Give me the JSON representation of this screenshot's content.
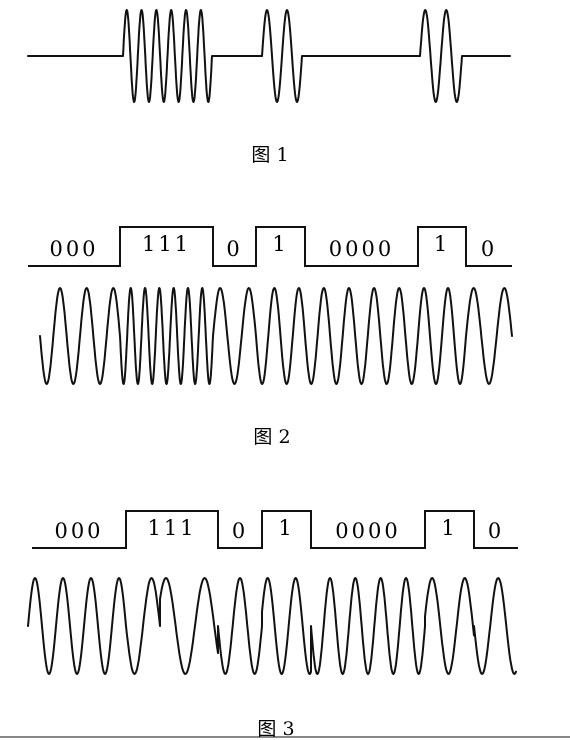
{
  "figures": [
    {
      "caption": "图 1",
      "bursts": [
        {
          "cycles": 6
        },
        {
          "cycles": 2
        },
        {
          "cycles": 2
        }
      ]
    },
    {
      "caption": "图 2",
      "groups": [
        {
          "label": "000",
          "level": 0
        },
        {
          "label": "111",
          "level": 1
        },
        {
          "label": "0",
          "level": 0
        },
        {
          "label": "1",
          "level": 1
        },
        {
          "label": "0000",
          "level": 0
        },
        {
          "label": "1",
          "level": 1
        },
        {
          "label": "0",
          "level": 0
        }
      ]
    },
    {
      "caption": "图 3",
      "groups": [
        {
          "label": "000",
          "level": 0
        },
        {
          "label": "111",
          "level": 1
        },
        {
          "label": "0",
          "level": 0
        },
        {
          "label": "1",
          "level": 1
        },
        {
          "label": "0000",
          "level": 0
        },
        {
          "label": "1",
          "level": 1
        },
        {
          "label": "0",
          "level": 0
        }
      ]
    }
  ],
  "colors": {
    "ink": "#111111",
    "paper": "#ffffff"
  }
}
